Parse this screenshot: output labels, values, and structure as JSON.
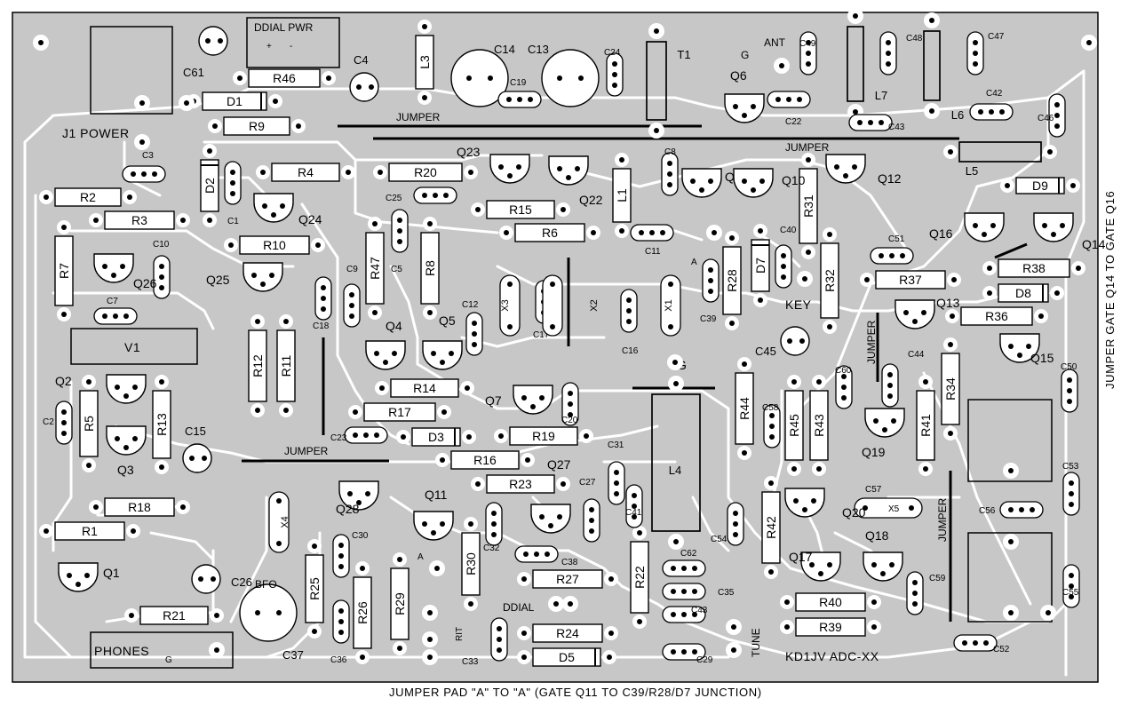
{
  "board": {
    "title": "KD1JV ADC-XX",
    "bottom_caption": "JUMPER PAD \"A\" TO \"A\" (GATE Q11 TO C39/R28/D7 JUNCTION)",
    "side_caption": "JUMPER GATE Q14 TO GATE Q16",
    "colors": {
      "board": "#c7c7c7",
      "trace": "#ffffff",
      "outline": "#000000",
      "jumper": "#000000"
    }
  },
  "labels": {
    "j1": "J1 POWER",
    "ddial_pwr": "DDIAL PWR",
    "ddial_pwr_plus": "+",
    "ddial_pwr_minus": "-",
    "v1": "V1",
    "phones": "PHONES",
    "phones_g": "G",
    "bfo": "BFO",
    "rit": "RIT",
    "tune": "TUNE",
    "ddial": "DDIAL",
    "ant": "ANT",
    "g_ant": "G",
    "key": "KEY",
    "g_center": "G",
    "pad_a1": "A",
    "pad_a2": "A",
    "jumper": "JUMPER"
  },
  "resistors": [
    {
      "ref": "R46"
    },
    {
      "ref": "D1"
    },
    {
      "ref": "R9"
    },
    {
      "ref": "R4"
    },
    {
      "ref": "R20"
    },
    {
      "ref": "R2"
    },
    {
      "ref": "R3"
    },
    {
      "ref": "R10"
    },
    {
      "ref": "R15"
    },
    {
      "ref": "R6"
    },
    {
      "ref": "R14"
    },
    {
      "ref": "R17"
    },
    {
      "ref": "D3"
    },
    {
      "ref": "R19"
    },
    {
      "ref": "R16"
    },
    {
      "ref": "R23"
    },
    {
      "ref": "R18"
    },
    {
      "ref": "R1"
    },
    {
      "ref": "R21"
    },
    {
      "ref": "R27"
    },
    {
      "ref": "R24"
    },
    {
      "ref": "D5"
    },
    {
      "ref": "R40"
    },
    {
      "ref": "R39"
    },
    {
      "ref": "R37"
    },
    {
      "ref": "R36"
    },
    {
      "ref": "R38"
    },
    {
      "ref": "D8"
    },
    {
      "ref": "D9"
    },
    {
      "ref": "L5"
    },
    {
      "ref": "R7"
    },
    {
      "ref": "R5"
    },
    {
      "ref": "R13"
    },
    {
      "ref": "R12"
    },
    {
      "ref": "R11"
    },
    {
      "ref": "R47"
    },
    {
      "ref": "R8"
    },
    {
      "ref": "D2"
    },
    {
      "ref": "R25"
    },
    {
      "ref": "R26"
    },
    {
      "ref": "R29"
    },
    {
      "ref": "R30"
    },
    {
      "ref": "R22"
    },
    {
      "ref": "R42"
    },
    {
      "ref": "R44"
    },
    {
      "ref": "R45"
    },
    {
      "ref": "R43"
    },
    {
      "ref": "R41"
    },
    {
      "ref": "R34"
    },
    {
      "ref": "R28"
    },
    {
      "ref": "D7"
    },
    {
      "ref": "R31"
    },
    {
      "ref": "R32"
    },
    {
      "ref": "L3"
    },
    {
      "ref": "L1"
    },
    {
      "ref": "L7"
    },
    {
      "ref": "L6"
    },
    {
      "ref": "T1"
    },
    {
      "ref": "L4"
    }
  ],
  "transistors": [
    {
      "ref": "Q23"
    },
    {
      "ref": "Q22"
    },
    {
      "ref": "Q24"
    },
    {
      "ref": "Q26"
    },
    {
      "ref": "Q25"
    },
    {
      "ref": "Q4"
    },
    {
      "ref": "Q5"
    },
    {
      "ref": "Q7"
    },
    {
      "ref": "Q2"
    },
    {
      "ref": "Q3"
    },
    {
      "ref": "Q28"
    },
    {
      "ref": "Q11"
    },
    {
      "ref": "Q27"
    },
    {
      "ref": "Q1"
    },
    {
      "ref": "Q6"
    },
    {
      "ref": "Q9"
    },
    {
      "ref": "Q10"
    },
    {
      "ref": "Q12"
    },
    {
      "ref": "Q16"
    },
    {
      "ref": "Q14"
    },
    {
      "ref": "Q13"
    },
    {
      "ref": "Q15"
    },
    {
      "ref": "Q19"
    },
    {
      "ref": "Q20"
    },
    {
      "ref": "Q17"
    },
    {
      "ref": "Q18"
    }
  ],
  "capacitors": [
    {
      "ref": "C61"
    },
    {
      "ref": "C4"
    },
    {
      "ref": "C14"
    },
    {
      "ref": "C13"
    },
    {
      "ref": "C19"
    },
    {
      "ref": "C24"
    },
    {
      "ref": "C49"
    },
    {
      "ref": "C48"
    },
    {
      "ref": "C47"
    },
    {
      "ref": "C22"
    },
    {
      "ref": "C43"
    },
    {
      "ref": "C42"
    },
    {
      "ref": "C46"
    },
    {
      "ref": "C3"
    },
    {
      "ref": "C1"
    },
    {
      "ref": "C25"
    },
    {
      "ref": "C8"
    },
    {
      "ref": "C10"
    },
    {
      "ref": "C7"
    },
    {
      "ref": "C5"
    },
    {
      "ref": "C9"
    },
    {
      "ref": "C18"
    },
    {
      "ref": "C12"
    },
    {
      "ref": "C17"
    },
    {
      "ref": "C16"
    },
    {
      "ref": "C11"
    },
    {
      "ref": "C39"
    },
    {
      "ref": "C40"
    },
    {
      "ref": "C51"
    },
    {
      "ref": "C42"
    },
    {
      "ref": "C2"
    },
    {
      "ref": "C15"
    },
    {
      "ref": "C23"
    },
    {
      "ref": "C20"
    },
    {
      "ref": "C31"
    },
    {
      "ref": "C27"
    },
    {
      "ref": "C32"
    },
    {
      "ref": "C38"
    },
    {
      "ref": "C41"
    },
    {
      "ref": "C54"
    },
    {
      "ref": "C62"
    },
    {
      "ref": "C35"
    },
    {
      "ref": "C43"
    },
    {
      "ref": "C29"
    },
    {
      "ref": "C33"
    },
    {
      "ref": "C30"
    },
    {
      "ref": "C36"
    },
    {
      "ref": "C37"
    },
    {
      "ref": "C26"
    },
    {
      "ref": "C45"
    },
    {
      "ref": "C60"
    },
    {
      "ref": "C58"
    },
    {
      "ref": "C44"
    },
    {
      "ref": "C57"
    },
    {
      "ref": "C59"
    },
    {
      "ref": "C50"
    },
    {
      "ref": "C53"
    },
    {
      "ref": "C56"
    },
    {
      "ref": "C55"
    },
    {
      "ref": "C52"
    },
    {
      "ref": "X3"
    },
    {
      "ref": "X2"
    },
    {
      "ref": "X1"
    },
    {
      "ref": "X4"
    },
    {
      "ref": "X5"
    }
  ]
}
